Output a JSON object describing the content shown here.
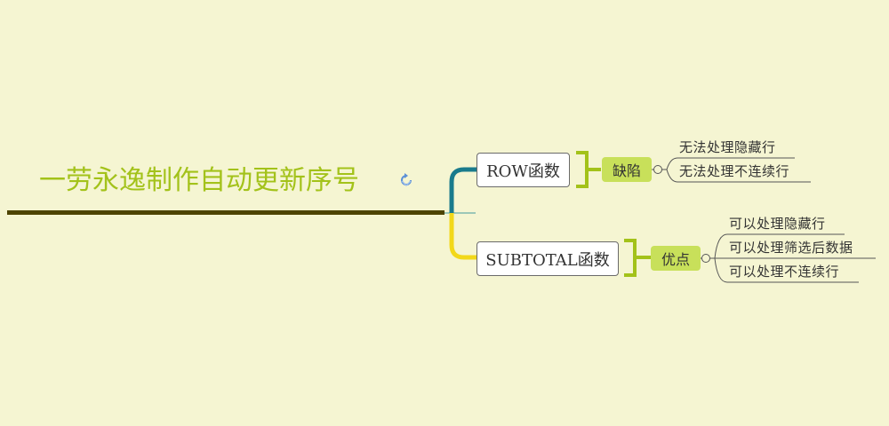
{
  "root": {
    "title": "一劳永逸制作自动更新序号",
    "icon": "refresh-icon"
  },
  "branches": [
    {
      "topic": "ROW函数",
      "label": "缺陷",
      "items": [
        "无法处理隐藏行",
        "无法处理不连续行"
      ]
    },
    {
      "topic": "SUBTOTAL函数",
      "label": "优点",
      "items": [
        "可以处理隐藏行",
        "可以处理筛选后数据",
        "可以处理不连续行"
      ]
    }
  ],
  "colors": {
    "background": "#f5f5d2",
    "root_text": "#a3c21a",
    "root_underline": "#4d4400",
    "branch_top": "#1a7b8c",
    "branch_bottom": "#f2d81a",
    "bracket": "#a3c21a",
    "label_fill": "#c8e05a",
    "leaf_line": "#555555"
  }
}
